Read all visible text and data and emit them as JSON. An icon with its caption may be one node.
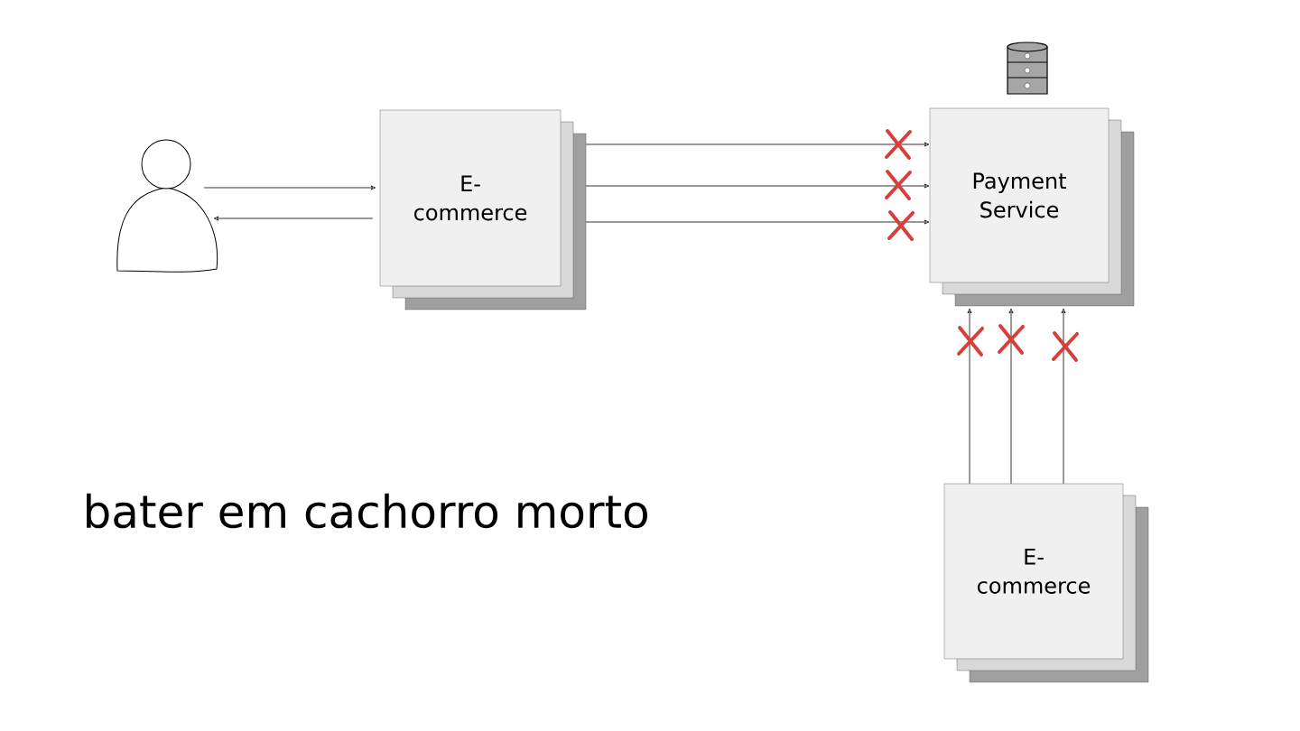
{
  "diagram": {
    "nodes": [
      {
        "text": [],
        "shape": "person"
      },
      {
        "text": [
          "E-commerce"
        ]
      },
      {
        "text": [
          "Payment Service"
        ]
      },
      {
        "text": [
          "E-commerce"
        ]
      }
    ],
    "edges": [
      {
        "from": 0,
        "to": 1,
        "arrow": "to"
      },
      {
        "from": 1,
        "to": 0,
        "arrow": "to"
      },
      {
        "from": 1,
        "to": 2,
        "arrow": "to"
      },
      {
        "from": 1,
        "to": 2,
        "arrow": "to"
      },
      {
        "from": 1,
        "to": 2,
        "arrow": "to"
      },
      {
        "from": 3,
        "to": 2,
        "arrow": "to"
      },
      {
        "from": 3,
        "to": 2,
        "arrow": "to"
      },
      {
        "from": 3,
        "to": 2,
        "arrow": "to"
      }
    ],
    "labels": [
      "bater em cachorro morto"
    ]
  }
}
